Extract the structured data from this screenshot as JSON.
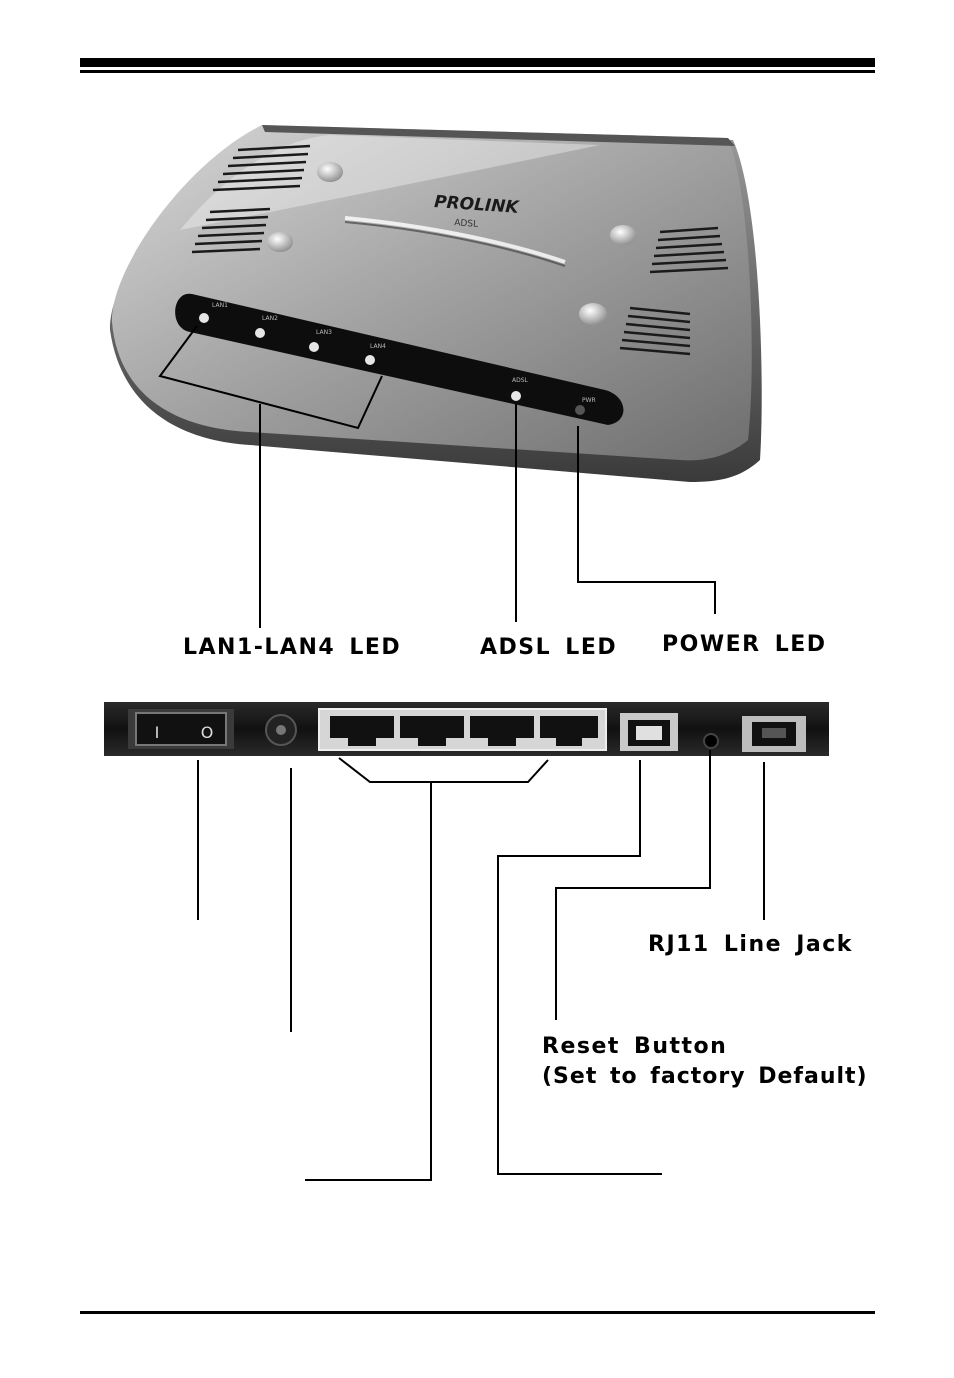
{
  "device": {
    "brand": "PROLINK",
    "model": "ADSL",
    "front_led_labels": [
      "LAN1",
      "LAN2",
      "LAN3",
      "LAN4",
      "ADSL",
      "PWR"
    ]
  },
  "labels": {
    "lan_led": "LAN1-LAN4 LED",
    "adsl_led": "ADSL LED",
    "power_led": "POWER LED",
    "rj11": "RJ11 Line Jack",
    "reset_line1": "Reset Button",
    "reset_line2": "(Set to factory Default)"
  },
  "icons": {
    "switch_on": "I",
    "switch_off": "O"
  }
}
